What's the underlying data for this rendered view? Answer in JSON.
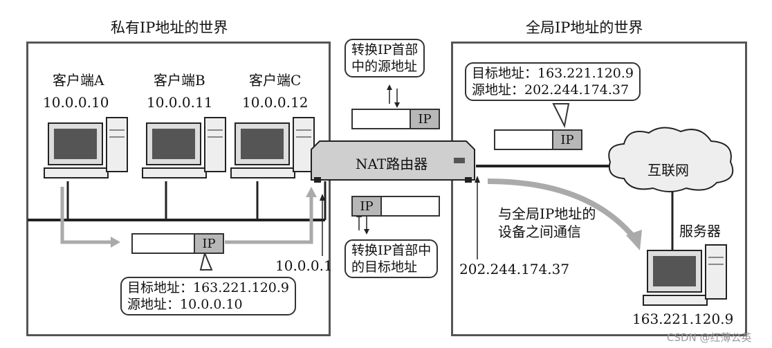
{
  "private_world_title": "私有IP地址的世界",
  "global_world_title": "全局IP地址的世界",
  "clients": [
    {
      "name": "客户端A",
      "ip": "10.0.0.10"
    },
    {
      "name": "客户端B",
      "ip": "10.0.0.11"
    },
    {
      "name": "客户端C",
      "ip": "10.0.0.12"
    }
  ],
  "router_label": "NAT路由器",
  "router_inside_ip": "10.0.0.1",
  "router_outside_ip": "202.244.174.37",
  "internet_label": "互联网",
  "server_label": "服务器",
  "server_ip": "163.221.120.9",
  "packet_tag": "IP",
  "callout_top_center": [
    "转换IP首部",
    "中的源地址"
  ],
  "callout_bottom_center": [
    "转换IP首部中",
    "的目标地址"
  ],
  "callout_left_packet": [
    "目标地址：163.221.120.9",
    "源地址：10.0.0.10"
  ],
  "callout_right_packet": [
    "目标地址：163.221.120.9",
    "源地址：202.244.174.37"
  ],
  "global_comm_note": [
    "与全局IP地址的",
    "设备之间通信"
  ],
  "watermark": "CSDN @红薄公英"
}
